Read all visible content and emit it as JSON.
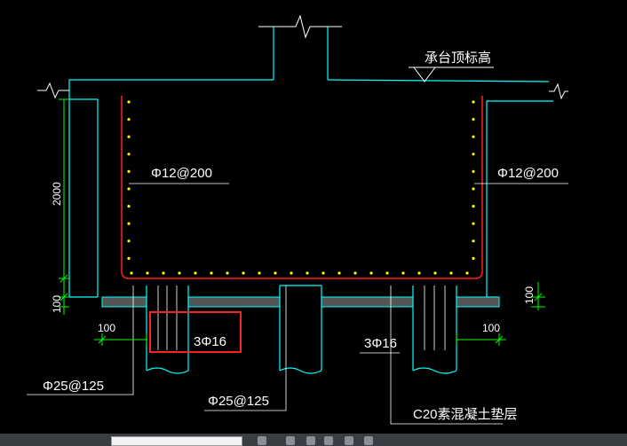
{
  "drawing": {
    "labels": {
      "cap_top": "承台顶标高",
      "rebar_left": "Φ12@200",
      "rebar_right": "Φ12@200",
      "dim_height": "2000",
      "dim_cushion_left": "100",
      "dim_cushion_right": "100",
      "dim_edge_left": "100",
      "dim_edge_right": "100",
      "pile_left_bars": "3Φ16",
      "pile_right_bars": "3Φ16",
      "stirrup_left": "Φ25@125",
      "stirrup_mid": "Φ25@125",
      "cushion_note": "C20素混凝土垫层"
    },
    "colors": {
      "background": "#000000",
      "concrete_outline": "#00ffff",
      "rebar": "#ff2020",
      "rebar_dots": "#ffff00",
      "dimension": "#00ff00",
      "text": "#ffffff",
      "highlight_box": "#ff2222"
    }
  }
}
